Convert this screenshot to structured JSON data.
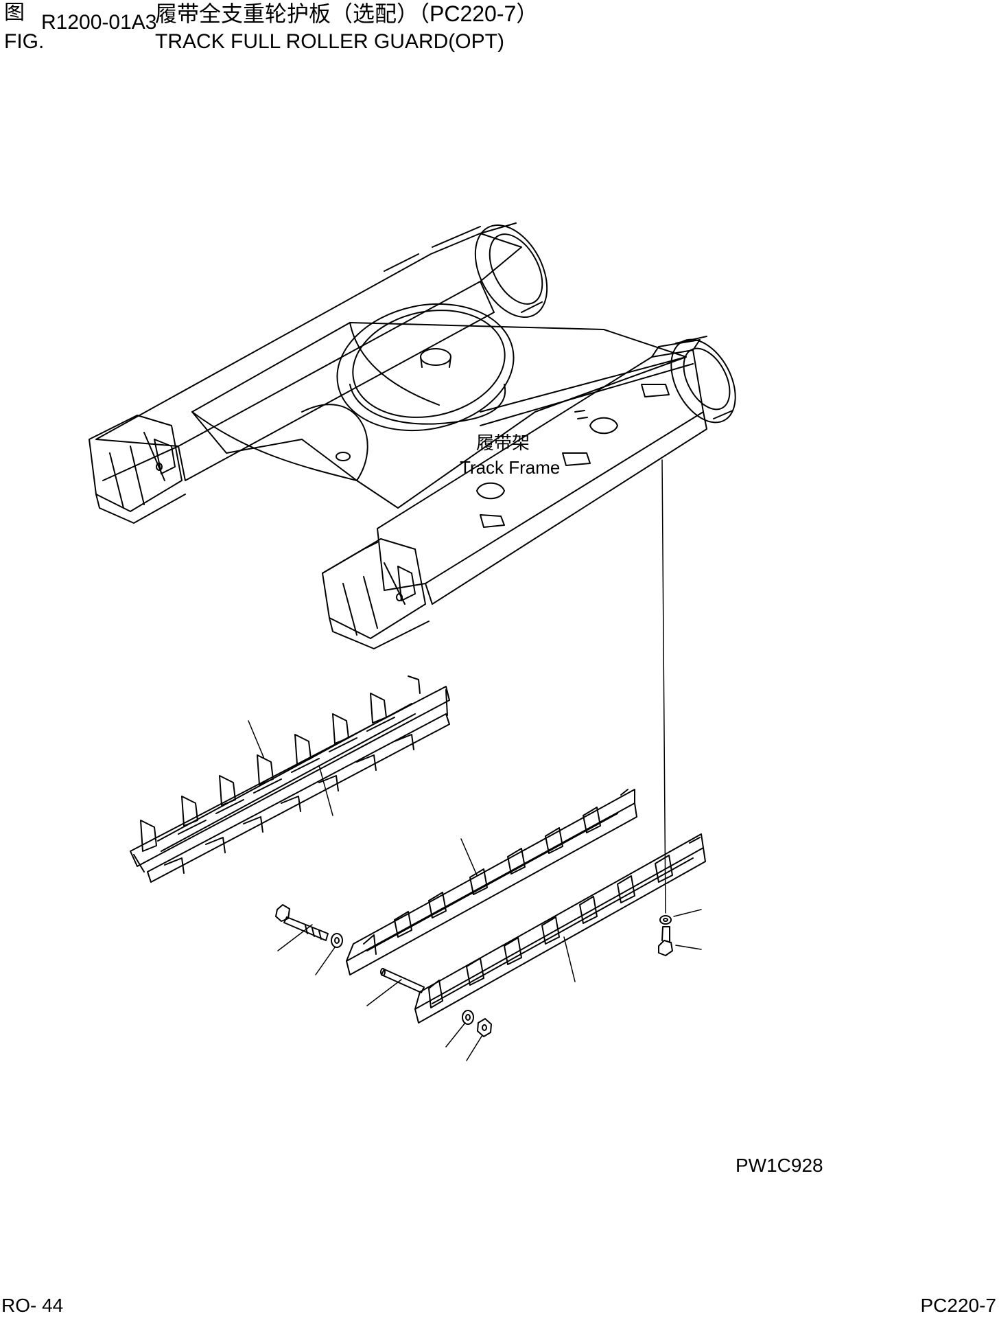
{
  "header": {
    "fig_cn": "图",
    "fig_en": "FIG.",
    "figure_code": "R1200-01A3",
    "title_cn": "履带全支重轮护板（选配）（PC220-7）",
    "title_en": "TRACK FULL ROLLER GUARD(OPT)"
  },
  "labels": {
    "track_frame_cn": "履带架",
    "track_frame_en": "Track Frame"
  },
  "image_code": "PW1C928",
  "footer": {
    "page": "RO- 44",
    "model": "PC220-7"
  }
}
